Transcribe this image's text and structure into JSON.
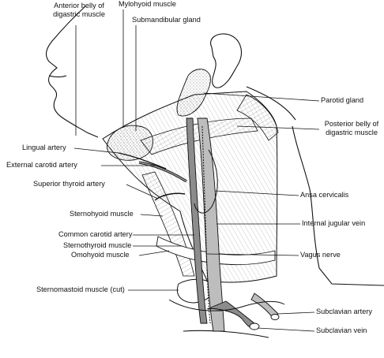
{
  "labels": {
    "anterior_belly": "Anterior belly of\ndigastric muscle",
    "mylohyoid": "Mylohyoid muscle",
    "submandibular": "Submandibular gland",
    "parotid": "Parotid gland",
    "posterior_belly": "Posterior belly of\ndigastric muscle",
    "lingual_artery": "Lingual artery",
    "external_carotid": "External carotid artery",
    "superior_thyroid": "Superior thyroid artery",
    "ansa_cervicalis": "Ansa cervicalis",
    "sternohyoid": "Sternohyoid muscle",
    "internal_jugular": "Internal jugular vein",
    "common_carotid": "Common carotid artery",
    "sternothyroid": "Sternothyroid muscle",
    "omohyoid": "Omohyoid muscle",
    "vagus": "Vagus nerve",
    "sternomastoid": "Sternomastoid muscle (cut)",
    "subclavian_artery": "Subclavian artery",
    "subclavian_vein": "Subclavian vein"
  },
  "colors": {
    "line": "#111111",
    "vessel_fill": "#8c8c8c",
    "vessel_light": "#bdbdbd",
    "stipple": "#555555"
  }
}
